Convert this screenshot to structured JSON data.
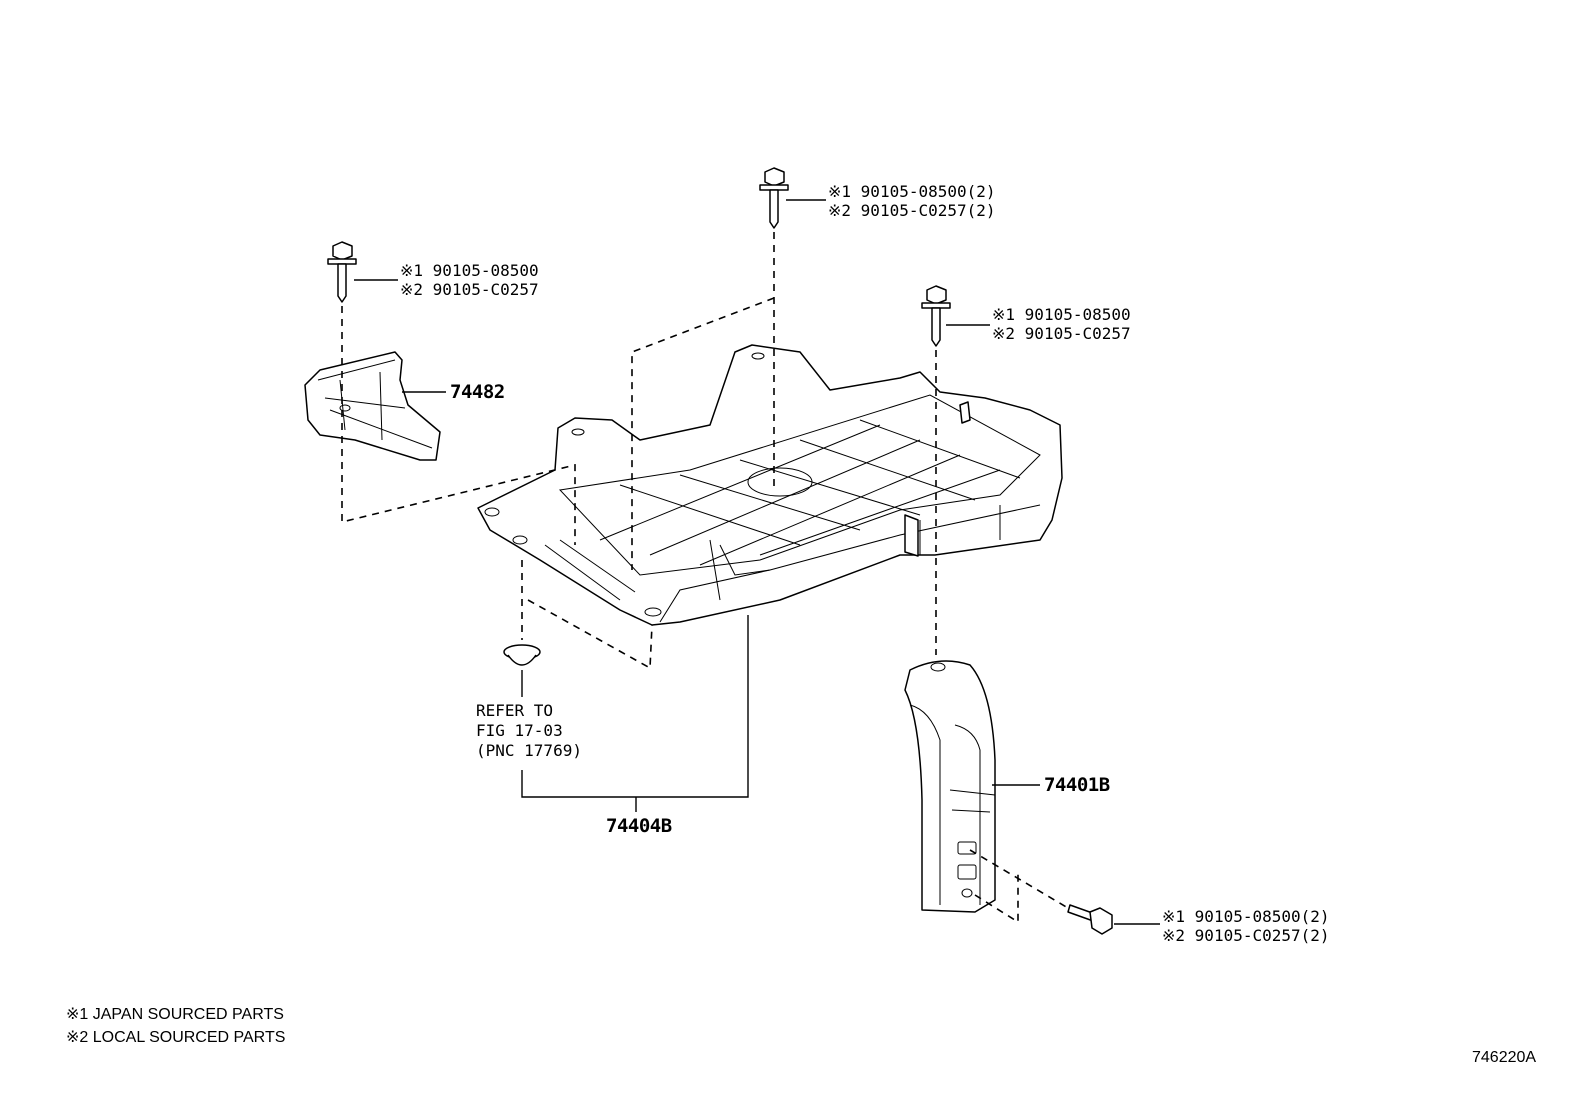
{
  "callouts": {
    "bolt_top_center": {
      "line1": "※1 90105-08500(2)",
      "line2": "※2 90105-C0257(2)"
    },
    "bolt_top_left": {
      "line1": "※1 90105-08500",
      "line2": "※2 90105-C0257"
    },
    "bolt_top_right": {
      "line1": "※1 90105-08500",
      "line2": "※2 90105-C0257"
    },
    "bolt_bottom_right": {
      "line1": "※1 90105-08500(2)",
      "line2": "※2 90105-C0257(2)"
    }
  },
  "parts": {
    "bracket_left": "74482",
    "carrier_tray": "74404B",
    "support_bracket": "74401B"
  },
  "reference": {
    "line1": "REFER TO",
    "line2": "FIG 17-03",
    "line3": "(PNC 17769)"
  },
  "notes": {
    "note1": "※1 JAPAN SOURCED PARTS",
    "note2": "※2 LOCAL SOURCED PARTS"
  },
  "illustration_id": "746220A"
}
